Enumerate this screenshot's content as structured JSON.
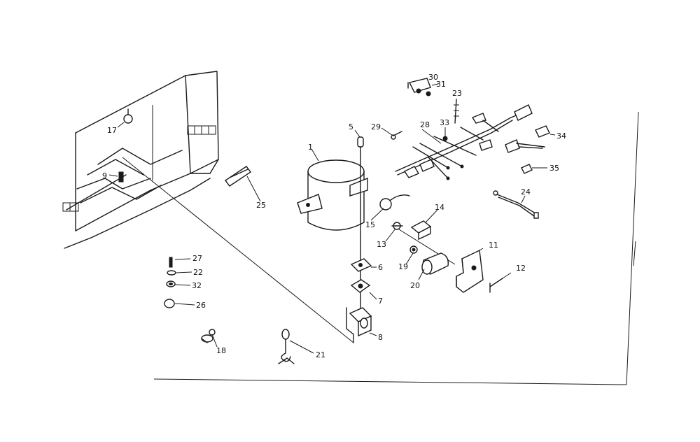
{
  "callouts": [
    {
      "id": "p17",
      "text": "17"
    },
    {
      "id": "p9",
      "text": "9"
    },
    {
      "id": "p25",
      "text": "25"
    },
    {
      "id": "p1",
      "text": "1"
    },
    {
      "id": "p5",
      "text": "5"
    },
    {
      "id": "p29",
      "text": "29"
    },
    {
      "id": "p30",
      "text": "30"
    },
    {
      "id": "p31",
      "text": "31"
    },
    {
      "id": "p23",
      "text": "23"
    },
    {
      "id": "p28",
      "text": "28"
    },
    {
      "id": "p33",
      "text": "33"
    },
    {
      "id": "p34",
      "text": "34"
    },
    {
      "id": "p35",
      "text": "35"
    },
    {
      "id": "p24",
      "text": "24"
    },
    {
      "id": "p15",
      "text": "15"
    },
    {
      "id": "p14",
      "text": "14"
    },
    {
      "id": "p13",
      "text": "13"
    },
    {
      "id": "p11",
      "text": "11"
    },
    {
      "id": "p19",
      "text": "19"
    },
    {
      "id": "p12",
      "text": "12"
    },
    {
      "id": "p20",
      "text": "20"
    },
    {
      "id": "p6",
      "text": "6"
    },
    {
      "id": "p7",
      "text": "7"
    },
    {
      "id": "p8",
      "text": "8"
    },
    {
      "id": "p27",
      "text": "27"
    },
    {
      "id": "p22",
      "text": "22"
    },
    {
      "id": "p32",
      "text": "32"
    },
    {
      "id": "p26",
      "text": "26"
    },
    {
      "id": "p18",
      "text": "18"
    },
    {
      "id": "p21",
      "text": "21"
    }
  ]
}
